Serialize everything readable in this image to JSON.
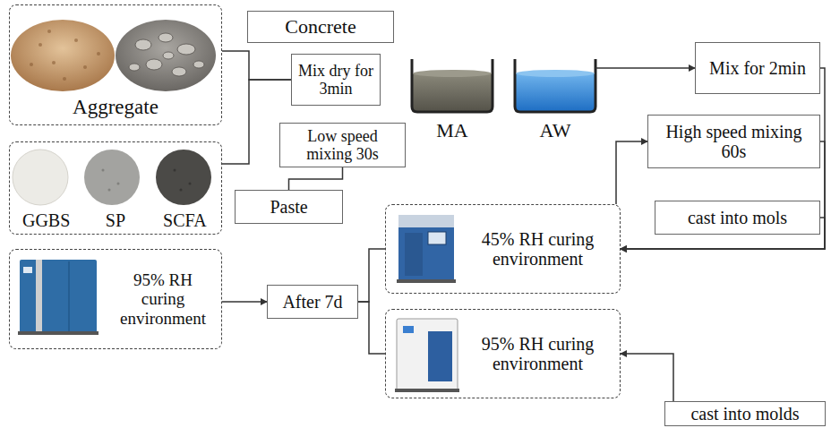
{
  "diagram": {
    "nodes": [
      {
        "text": [
          "Aggregate"
        ]
      },
      {
        "text": [
          "Concrete"
        ]
      },
      {
        "text": [
          "Mix dry for 3min"
        ]
      },
      {
        "text": [
          "MA"
        ]
      },
      {
        "text": [
          "AW"
        ]
      },
      {
        "text": [
          "Mix for 2min"
        ]
      },
      {
        "text": [
          "GGBS",
          "SP",
          "SCFA"
        ]
      },
      {
        "text": [
          "Low speed mixing 30s"
        ]
      },
      {
        "text": [
          "Paste"
        ]
      },
      {
        "text": [
          "High speed mixing 60s"
        ]
      },
      {
        "text": [
          "cast into mols"
        ]
      },
      {
        "text": [
          "95% RH curing environment"
        ]
      },
      {
        "text": [
          "After 7d"
        ]
      },
      {
        "text": [
          "45% RH curing environment"
        ]
      },
      {
        "text": [
          "95% RH curing environment"
        ]
      },
      {
        "text": [
          "cast into molds"
        ]
      }
    ],
    "edges": [
      {
        "from": 0,
        "to": 2,
        "arrow": "none"
      },
      {
        "from": 6,
        "to": 2,
        "arrow": "none"
      },
      {
        "from": 4,
        "to": 5,
        "arrow": "to"
      },
      {
        "from": 8,
        "to": 7,
        "arrow": "none"
      },
      {
        "from": 13,
        "to": 9,
        "arrow": "to"
      },
      {
        "from": 5,
        "to": 13,
        "arrow": "to"
      },
      {
        "from": 9,
        "to": 13,
        "arrow": "to"
      },
      {
        "from": 10,
        "to": 13,
        "arrow": "to"
      },
      {
        "from": 11,
        "to": 12,
        "arrow": "to"
      },
      {
        "from": 12,
        "to": 13,
        "arrow": "none"
      },
      {
        "from": 12,
        "to": 14,
        "arrow": "none"
      },
      {
        "from": 15,
        "to": 14,
        "arrow": "to"
      }
    ]
  }
}
